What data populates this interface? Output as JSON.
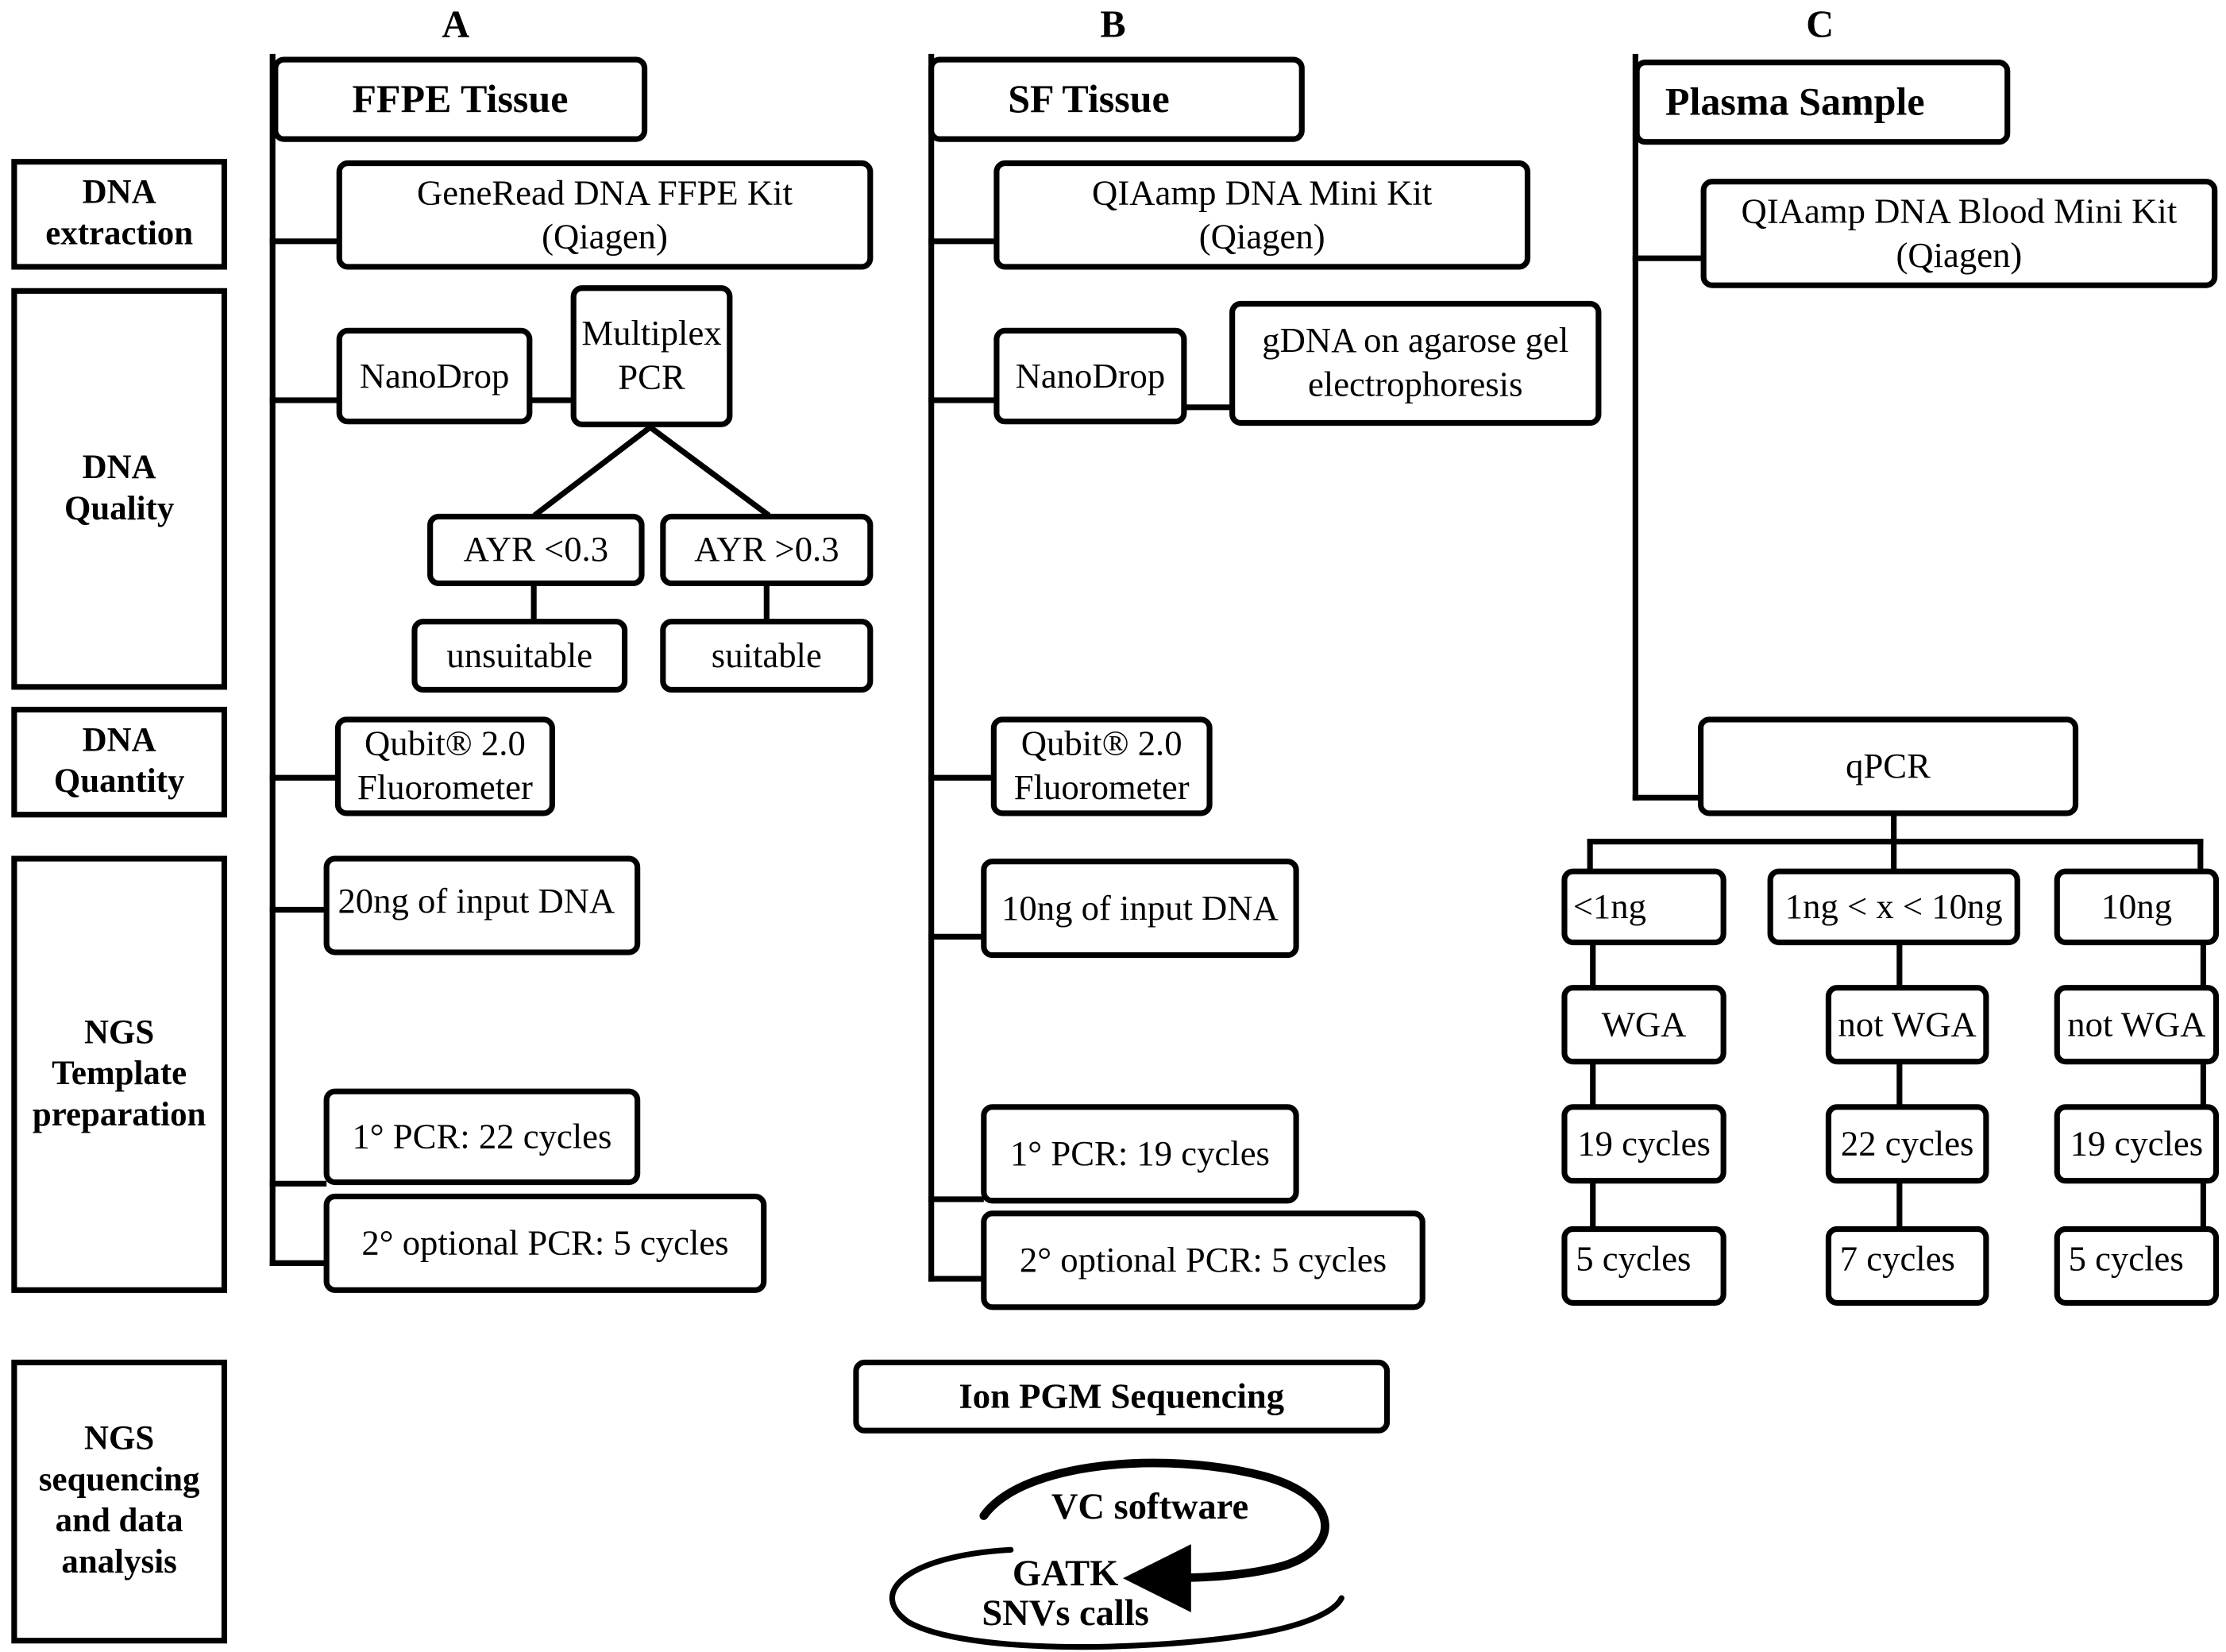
{
  "columns": {
    "a": {
      "letter": "A",
      "sample": "FFPE Tissue"
    },
    "b": {
      "letter": "B",
      "sample": "SF Tissue"
    },
    "c": {
      "letter": "C",
      "sample": "Plasma Sample"
    }
  },
  "stages": {
    "extraction": "DNA\nextraction",
    "quality": "DNA\nQuality",
    "quantity": "DNA\nQuantity",
    "template": "NGS\nTemplate\npreparation",
    "analysis": "NGS\nsequencing\nand data\nanalysis"
  },
  "col_a": {
    "extraction_kit": "GeneRead DNA FFPE Kit\n(Qiagen)",
    "nanodrop": "NanoDrop",
    "multiplex": "Multiplex\nPCR",
    "ayr_low": "AYR <0.3",
    "ayr_high": "AYR >0.3",
    "unsuitable": "unsuitable",
    "suitable": "suitable",
    "qubit": "Qubit® 2.0\nFluorometer",
    "input": "20ng of input DNA",
    "pcr1": "1° PCR: 22 cycles",
    "pcr2": "2° optional PCR: 5 cycles"
  },
  "col_b": {
    "extraction_kit": "QIAamp DNA Mini Kit\n(Qiagen)",
    "nanodrop": "NanoDrop",
    "gel": "gDNA on agarose gel\nelectrophoresis",
    "qubit": "Qubit® 2.0\nFluorometer",
    "input": "10ng of input DNA",
    "pcr1": "1° PCR: 19 cycles",
    "pcr2": "2° optional PCR: 5 cycles"
  },
  "col_c": {
    "extraction_kit": "QIAamp DNA Blood Mini Kit\n(Qiagen)",
    "qpcr": "qPCR",
    "branches": [
      {
        "amount": "<1ng",
        "wga": "WGA",
        "pcr1": "19 cycles",
        "pcr2": "5 cycles"
      },
      {
        "amount": "1ng < x < 10ng",
        "wga": "not WGA",
        "pcr1": "22 cycles",
        "pcr2": "7 cycles"
      },
      {
        "amount": "10ng",
        "wga": "not WGA",
        "pcr1": "19 cycles",
        "pcr2": "5 cycles"
      }
    ]
  },
  "sequencing": {
    "platform": "Ion PGM Sequencing",
    "vc_software": "VC software",
    "gatk": "GATK\nSNVs calls"
  }
}
